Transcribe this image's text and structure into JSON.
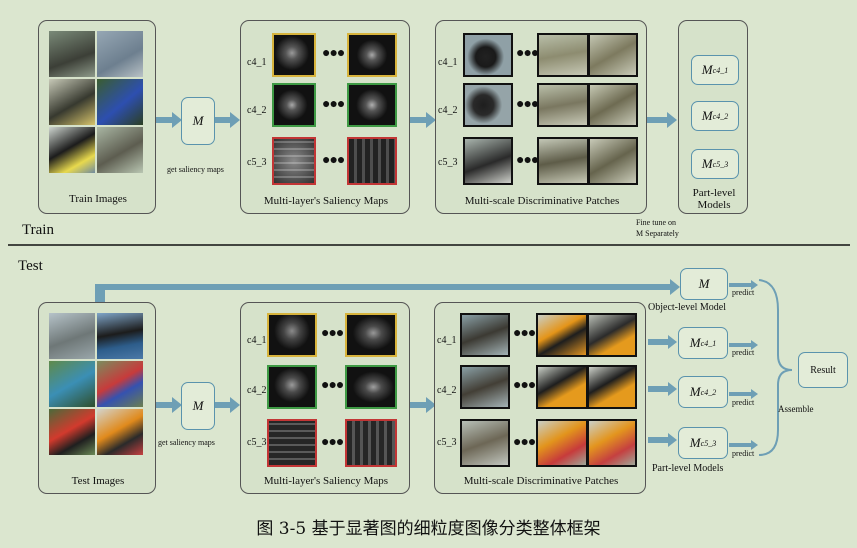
{
  "train": {
    "section_label": "Train",
    "train_images_caption": "Train Images",
    "m_label": "M",
    "saliency_note": "get saliency maps",
    "saliency_caption": "Multi-layer's Saliency Maps",
    "patches_caption": "Multi-scale Discriminative Patches",
    "row_labels": [
      "c4_1",
      "c4_2",
      "c5_3"
    ],
    "part_models": [
      {
        "main": "M",
        "sub": "c4_1"
      },
      {
        "main": "M",
        "sub": "c4_2"
      },
      {
        "main": "M",
        "sub": "c5_3"
      }
    ],
    "part_caption_line1": "Part-level",
    "part_caption_line2": "Models",
    "finetune_line1": "Fine tune on",
    "finetune_line2": "M Separately"
  },
  "test": {
    "section_label": "Test",
    "test_images_caption": "Test Images",
    "m_label": "M",
    "saliency_note": "get saliency maps",
    "saliency_caption": "Multi-layer's Saliency Maps",
    "patches_caption": "Multi-scale Discriminative Patches",
    "row_labels": [
      "c4_1",
      "c4_2",
      "c5_3"
    ],
    "object_model": "M",
    "object_caption": "Object-level Model",
    "part_models": [
      {
        "main": "M",
        "sub": "c4_1"
      },
      {
        "main": "M",
        "sub": "c4_2"
      },
      {
        "main": "M",
        "sub": "c5_3"
      }
    ],
    "part_caption": "Part-level Models",
    "predict": "predict",
    "assemble": "Assemble",
    "result": "Result"
  },
  "figure_caption": "图 3-5  基于显著图的细粒度图像分类整体框架",
  "colors": {
    "arrow": "#6e9fb5",
    "yellow_border": "#d7b33c",
    "green_border": "#3e9a44",
    "red_border": "#c23535"
  }
}
